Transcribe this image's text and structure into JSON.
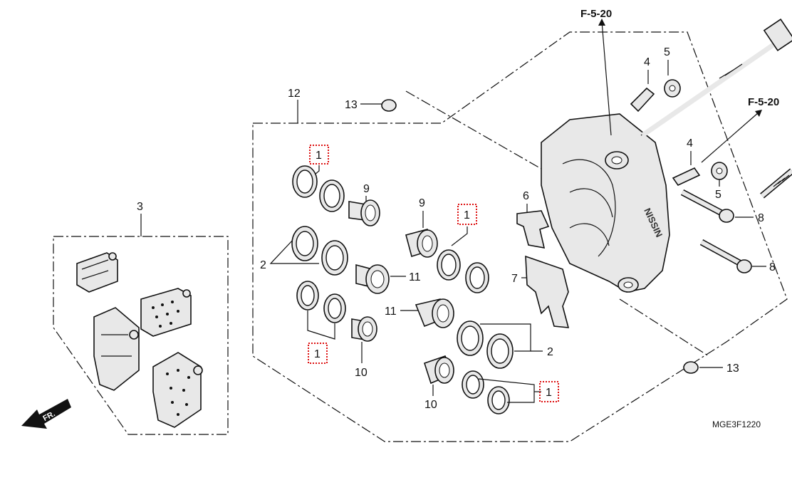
{
  "labels": {
    "pad_set": "3",
    "caliper_kit": "12",
    "piston_seal_a": "1",
    "dust_seal": "2",
    "bleeder": "4",
    "bleeder_cap": "5",
    "pad_spring": "6",
    "pad_retainer": "7",
    "pin_bolt": "8",
    "piston_a": "9",
    "piston_b": "10",
    "piston_c": "11",
    "collar": "13"
  },
  "refs": {
    "top": "F-5-20",
    "right": "F-5-20"
  },
  "diagram_code": "MGE3F1220",
  "direction": "FR."
}
